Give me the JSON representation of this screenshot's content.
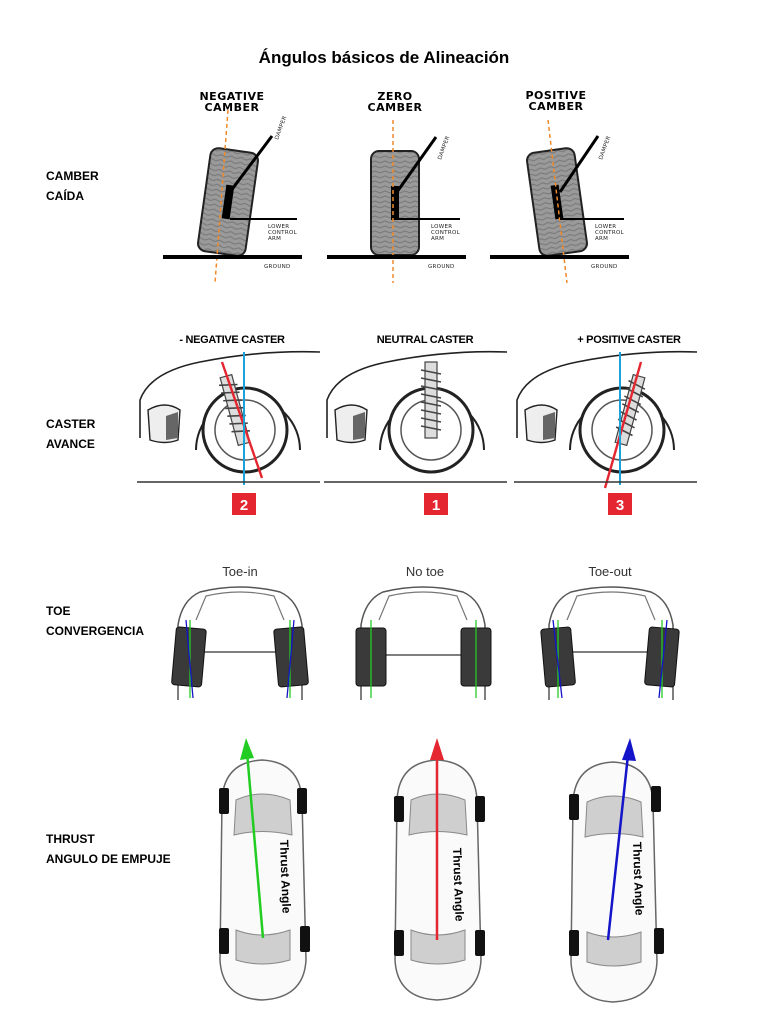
{
  "title": "Ángulos básicos de Alineación",
  "rows": {
    "camber": {
      "label_en": "CAMBER",
      "label_es": "CAÍDA"
    },
    "caster": {
      "label_en": "CASTER",
      "label_es": "AVANCE"
    },
    "toe": {
      "label_en": "TOE",
      "label_es": "CONVERGENCIA"
    },
    "thrust": {
      "label_en": "THRUST",
      "label_es": "ANGULO DE EMPUJE"
    }
  },
  "camber": {
    "negative": {
      "line1": "NEGATIVE",
      "line2": "CAMBER"
    },
    "zero": {
      "line1": "ZERO",
      "line2": "CAMBER"
    },
    "positive": {
      "line1": "POSITIVE",
      "line2": "CAMBER"
    },
    "damper_label": "DAMPER",
    "arm_line1": "LOWER",
    "arm_line2": "CONTROL",
    "arm_line3": "ARM",
    "ground_label": "GROUND"
  },
  "caster": {
    "negative_label": "- NEGATIVE CASTER",
    "neutral_label": "NEUTRAL CASTER",
    "positive_label": "+ POSITIVE CASTER",
    "badge_negative": "2",
    "badge_neutral": "1",
    "badge_positive": "3"
  },
  "toe": {
    "toe_in": "Toe-in",
    "no_toe": "No toe",
    "toe_out": "Toe-out"
  },
  "thrust": {
    "label": "Thrust Angle"
  },
  "colors": {
    "red": "#e3262f",
    "blue": "#1aa3d9",
    "green": "#22cc22",
    "dark_blue": "#1414c8",
    "orange": "#f08a2a",
    "tire": "#9a9a9a",
    "tire_dark": "#3a3a3a"
  }
}
